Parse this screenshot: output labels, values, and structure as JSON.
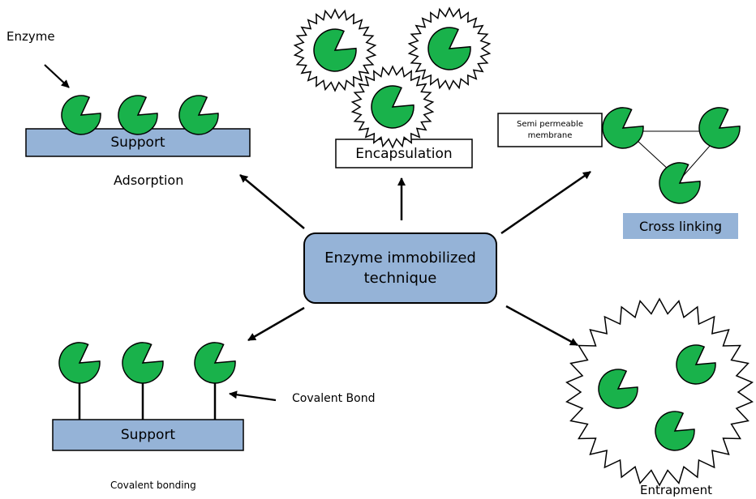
{
  "center": {
    "line1": "Enzyme immobilized",
    "line2": "technique"
  },
  "adsorption": {
    "enzyme_label": "Enzyme",
    "support_label": "Support",
    "caption": "Adsorption"
  },
  "encapsulation": {
    "caption": "Encapsulation"
  },
  "cross_linking": {
    "membrane_line1": "Semi permeable",
    "membrane_line2": "membrane",
    "caption": "Cross linking"
  },
  "covalent": {
    "bond_label": "Covalent Bond",
    "support_label": "Support",
    "caption": "Covalent bonding"
  },
  "entrapment": {
    "caption": "Entrapment"
  },
  "colors": {
    "enzyme_fill": "#19b24b",
    "support_fill": "#95b3d7",
    "center_fill": "#95b3d7"
  }
}
